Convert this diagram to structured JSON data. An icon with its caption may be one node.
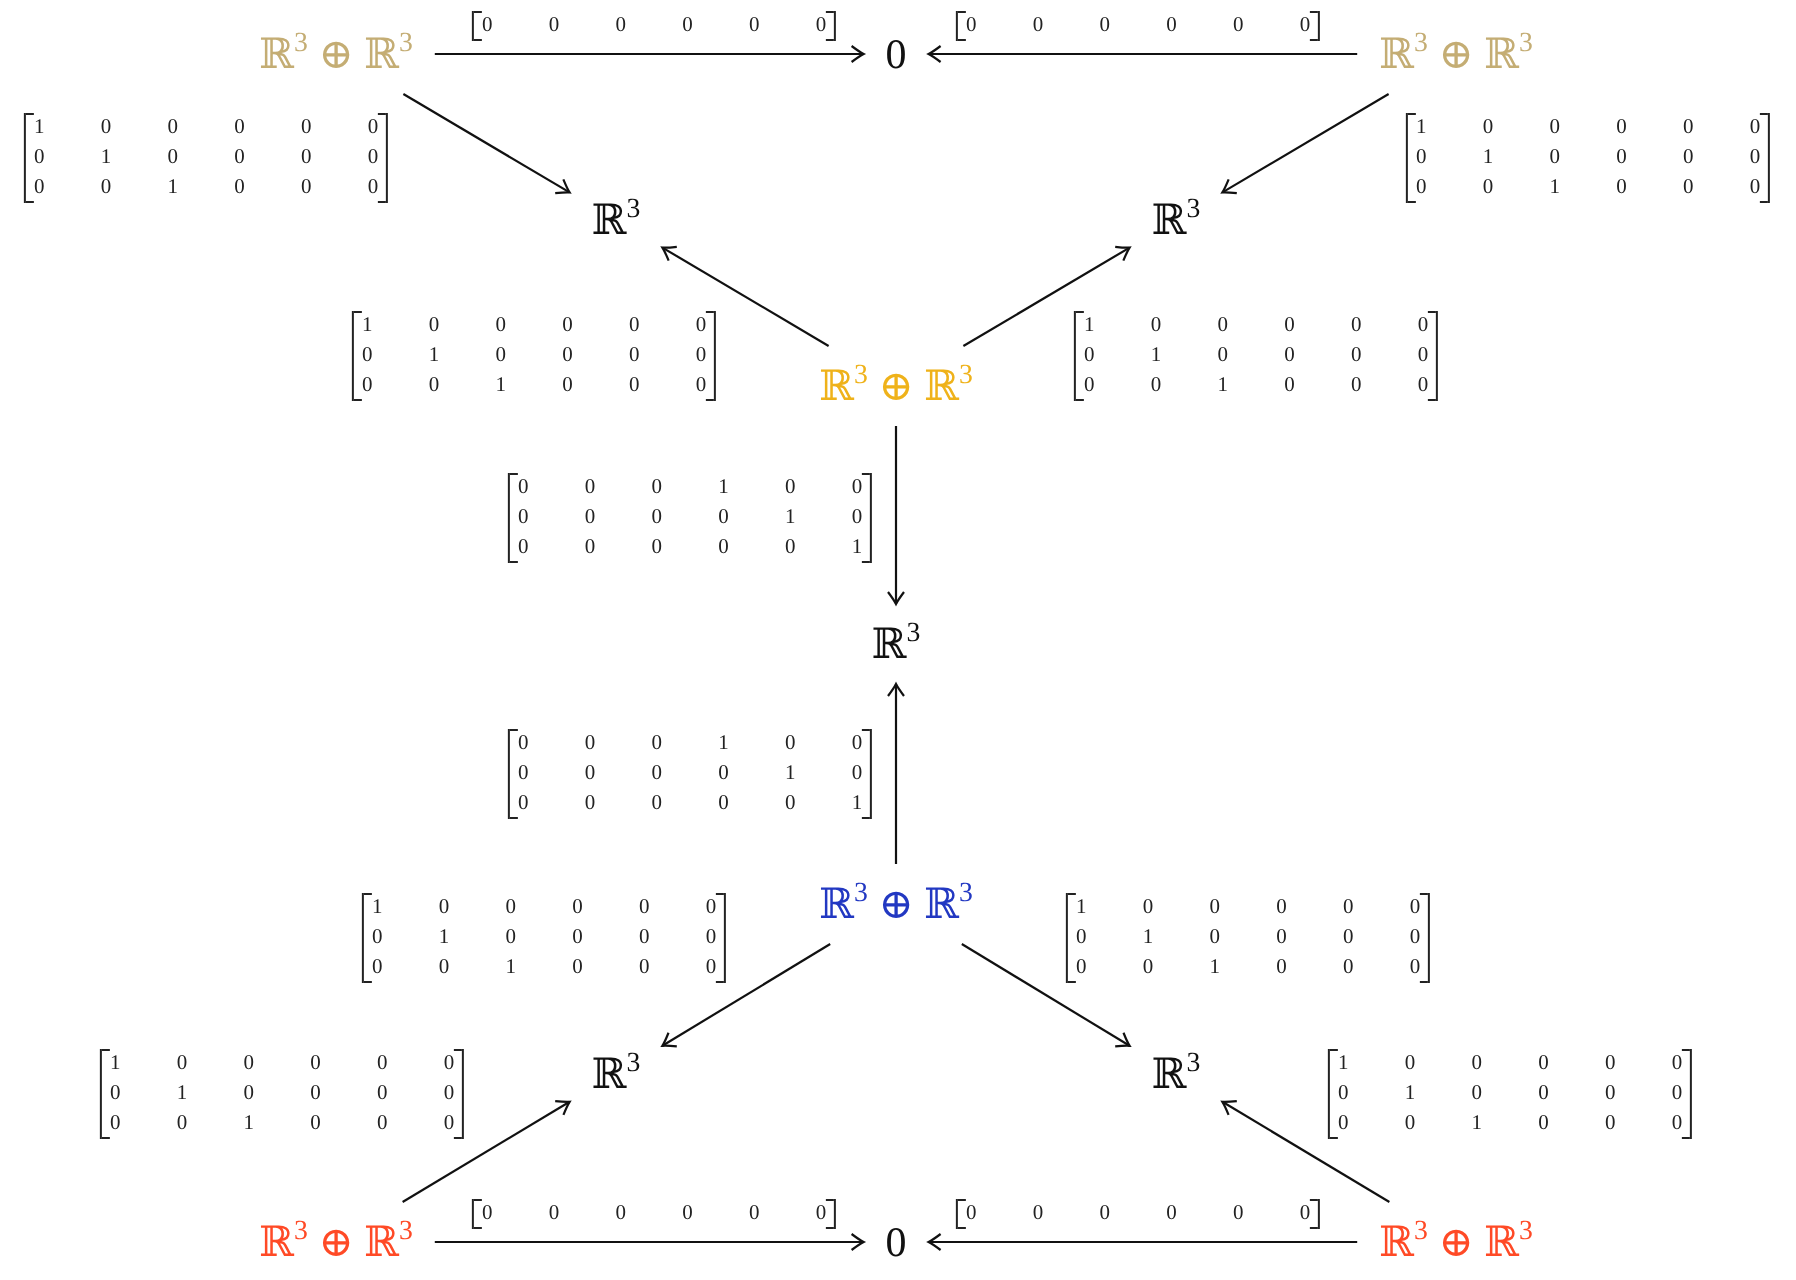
{
  "diagram": {
    "nodes": [
      {
        "text": [
          "ℝ$^{3}$ ⊕ ℝ$^{3}$"
        ]
      },
      {
        "text": [
          "0"
        ]
      },
      {
        "text": [
          "ℝ$^{3}$ ⊕ ℝ$^{3}$"
        ]
      },
      {
        "text": [
          "ℝ$^{3}$"
        ]
      },
      {
        "text": [
          "ℝ$^{3}$"
        ]
      },
      {
        "text": [
          "ℝ$^{3}$ ⊕ ℝ$^{3}$"
        ]
      },
      {
        "text": [
          "ℝ$^{3}$"
        ]
      },
      {
        "text": [
          "ℝ$^{3}$ ⊕ ℝ$^{3}$"
        ]
      },
      {
        "text": [
          "ℝ$^{3}$"
        ]
      },
      {
        "text": [
          "ℝ$^{3}$"
        ]
      },
      {
        "text": [
          "ℝ$^{3}$ ⊕ ℝ$^{3}$"
        ]
      },
      {
        "text": [
          "0"
        ]
      },
      {
        "text": [
          "ℝ$^{3}$ ⊕ ℝ$^{3}$"
        ]
      }
    ],
    "edges": [
      {
        "from": 0,
        "to": 1,
        "arrow": "to",
        "label": "0 0 0 0 0 0"
      },
      {
        "from": 2,
        "to": 1,
        "arrow": "to",
        "label": "0 0 0 0 0 0"
      },
      {
        "from": 0,
        "to": 3,
        "arrow": "to",
        "label": "1 0 0 0 0 0 0 1 0 0 0 0 0 0 1 0 0 0"
      },
      {
        "from": 2,
        "to": 4,
        "arrow": "to",
        "label": "1 0 0 0 0 0 0 1 0 0 0 0 0 0 1 0 0 0"
      },
      {
        "from": 5,
        "to": 3,
        "arrow": "to",
        "label": "1 0 0 0 0 0 0 1 0 0 0 0 0 0 1 0 0 0"
      },
      {
        "from": 5,
        "to": 4,
        "arrow": "to",
        "label": "1 0 0 0 0 0 0 1 0 0 0 0 0 0 1 0 0 0"
      },
      {
        "from": 5,
        "to": 6,
        "arrow": "to",
        "label": "0 0 0 1 0 0 0 0 0 0 1 0 0 0 0 0 0 1"
      },
      {
        "from": 7,
        "to": 6,
        "arrow": "to",
        "label": "0 0 0 1 0 0 0 0 0 0 1 0 0 0 0 0 0 1"
      },
      {
        "from": 7,
        "to": 8,
        "arrow": "to",
        "label": "1 0 0 0 0 0 0 1 0 0 0 0 0 0 1 0 0 0"
      },
      {
        "from": 7,
        "to": 9,
        "arrow": "to",
        "label": "1 0 0 0 0 0 0 1 0 0 0 0 0 0 1 0 0 0"
      },
      {
        "from": 10,
        "to": 8,
        "arrow": "to",
        "label": "1 0 0 0 0 0 0 1 0 0 0 0 0 0 1 0 0 0"
      },
      {
        "from": 12,
        "to": 9,
        "arrow": "to",
        "label": "1 0 0 0 0 0 0 1 0 0 0 0 0 0 1 0 0 0"
      },
      {
        "from": 10,
        "to": 11,
        "arrow": "to",
        "label": "0 0 0 0 0 0"
      },
      {
        "from": 12,
        "to": 11,
        "arrow": "to",
        "label": "0 0 0 0 0 0"
      }
    ]
  }
}
